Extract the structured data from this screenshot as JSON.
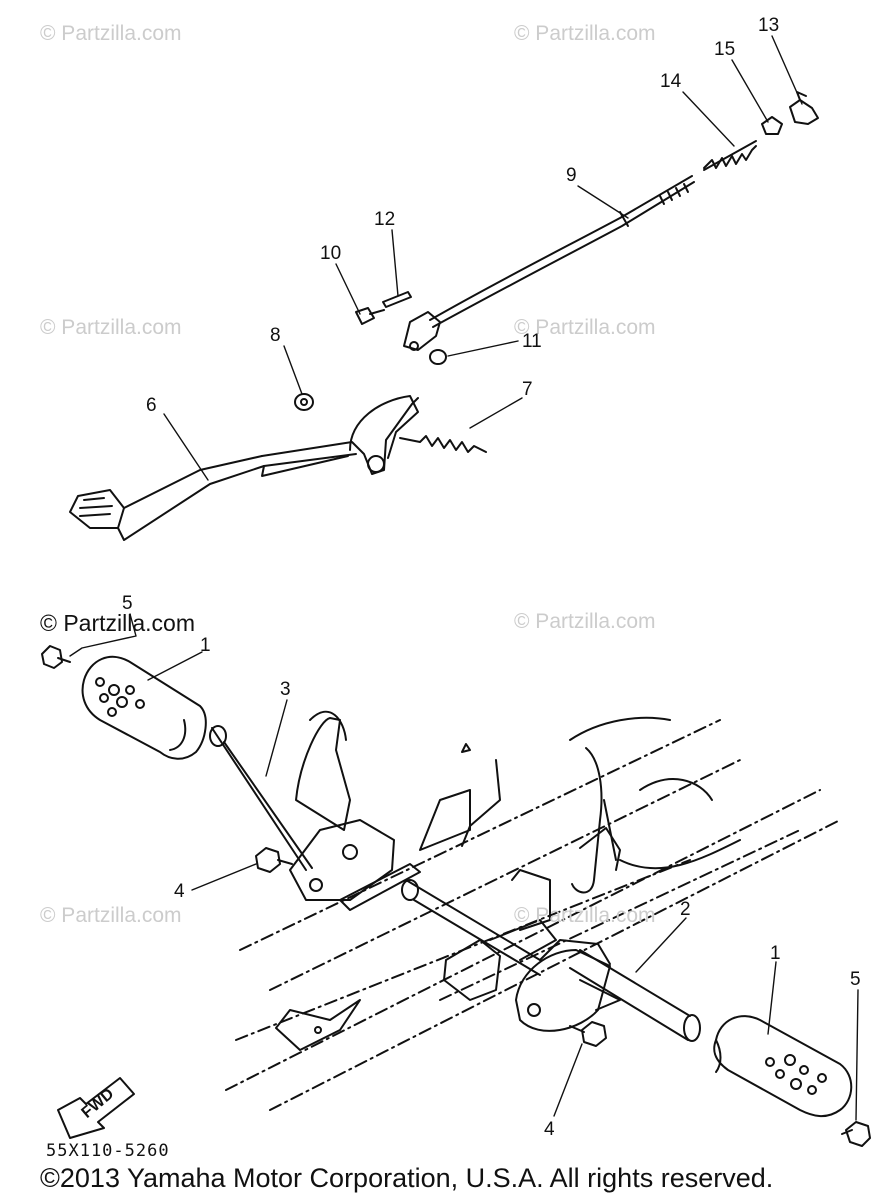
{
  "watermarks": [
    "© Partzilla.com",
    "© Partzilla.com",
    "© Partzilla.com",
    "© Partzilla.com",
    "© Partzilla.com",
    "© Partzilla.com",
    "© Partzilla.com",
    "© Partzilla.com"
  ],
  "callouts": {
    "c13": "13",
    "c15": "15",
    "c14": "14",
    "c9": "9",
    "c12": "12",
    "c10": "10",
    "c11": "11",
    "c8": "8",
    "c7": "7",
    "c6": "6",
    "c5a": "5",
    "c1a": "1",
    "c3": "3",
    "c4a": "4",
    "c2": "2",
    "c1b": "1",
    "c5b": "5",
    "c4b": "4"
  },
  "fwd_label": "FWD",
  "drawing_code": "55X110-5260",
  "copyright": "©2013  Yamaha Motor Corporation, U.S.A. All rights reserved."
}
